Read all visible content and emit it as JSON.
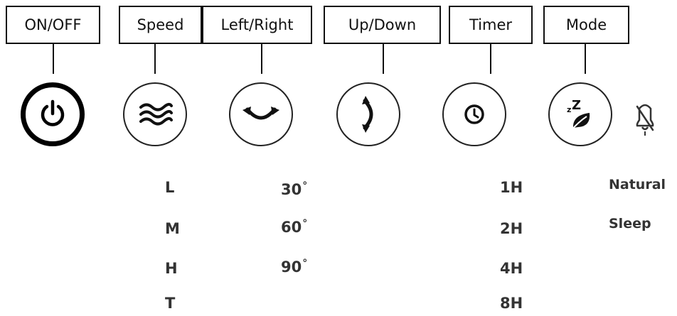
{
  "labels": {
    "power": "ON/OFF",
    "speed": "Speed",
    "left_right": "Left/Right",
    "up_down": "Up/Down",
    "timer": "Timer",
    "mode": "Mode"
  },
  "icons": {
    "power": "power-icon",
    "speed": "wind-waves-icon",
    "left_right": "horizontal-swing-icon",
    "up_down": "vertical-swing-icon",
    "timer": "clock-icon",
    "mode": "sleep-leaf-icon",
    "mute": "mute-icon"
  },
  "speed_options": [
    "L",
    "M",
    "H",
    "T"
  ],
  "angle_options": [
    "30",
    "60",
    "90"
  ],
  "degree_symbol": "°",
  "timer_options": [
    "1H",
    "2H",
    "4H",
    "8H"
  ],
  "mode_options": [
    "Natural",
    "Sleep"
  ],
  "mode_glyph": "zZ"
}
